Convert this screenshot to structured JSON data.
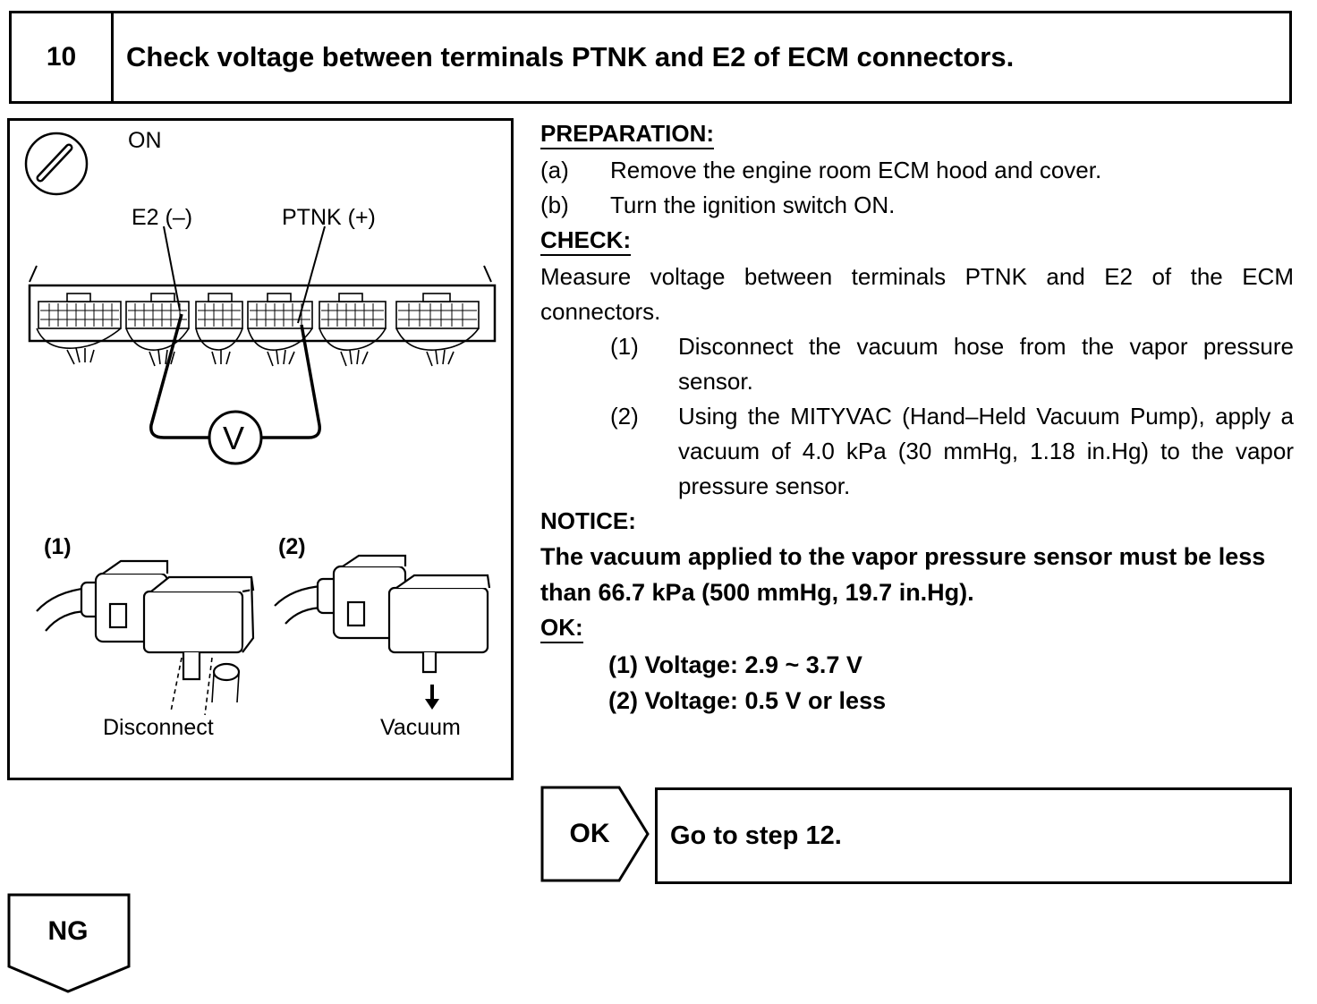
{
  "step": {
    "number": "10",
    "title": "Check voltage between terminals PTNK and E2 of ECM connectors."
  },
  "figure": {
    "ignition": "ON",
    "e2_label": "E2 (–)",
    "ptnk_label": "PTNK (+)",
    "meter_symbol": "V",
    "step1_label": "(1)",
    "step2_label": "(2)",
    "disconnect_label": "Disconnect",
    "vacuum_label": "Vacuum",
    "icons": [
      "ignition-key-icon",
      "voltmeter-icon",
      "ecm-connector-icon",
      "vapor-pressure-sensor-icon",
      "down-arrow-icon"
    ]
  },
  "preparation": {
    "heading": "PREPARATION:",
    "items": [
      {
        "label": "(a)",
        "text": "Remove the engine room ECM hood and cover."
      },
      {
        "label": "(b)",
        "text": "Turn the ignition switch ON."
      }
    ]
  },
  "check": {
    "heading": "CHECK:",
    "text": "Measure voltage between terminals PTNK and E2 of the ECM connectors.",
    "substeps": [
      {
        "label": "(1)",
        "text": "Disconnect the vacuum hose from the vapor pressure sensor."
      },
      {
        "label": "(2)",
        "text": "Using the MITYVAC (Hand–Held Vacuum Pump), apply a vacuum of 4.0 kPa (30 mmHg, 1.18 in.Hg) to the vapor pressure sensor."
      }
    ]
  },
  "notice": {
    "heading": "NOTICE:",
    "text": "The vacuum applied to the vapor pressure sensor must be less than 66.7 kPa (500 mmHg, 19.7 in.Hg)."
  },
  "ok_spec": {
    "heading": "OK:",
    "items": [
      "(1) Voltage: 2.9 ~ 3.7 V",
      "(2) Voltage: 0.5 V or less"
    ]
  },
  "result_ok": {
    "label": "OK",
    "action": "Go to step 12."
  },
  "result_ng": {
    "label": "NG"
  }
}
